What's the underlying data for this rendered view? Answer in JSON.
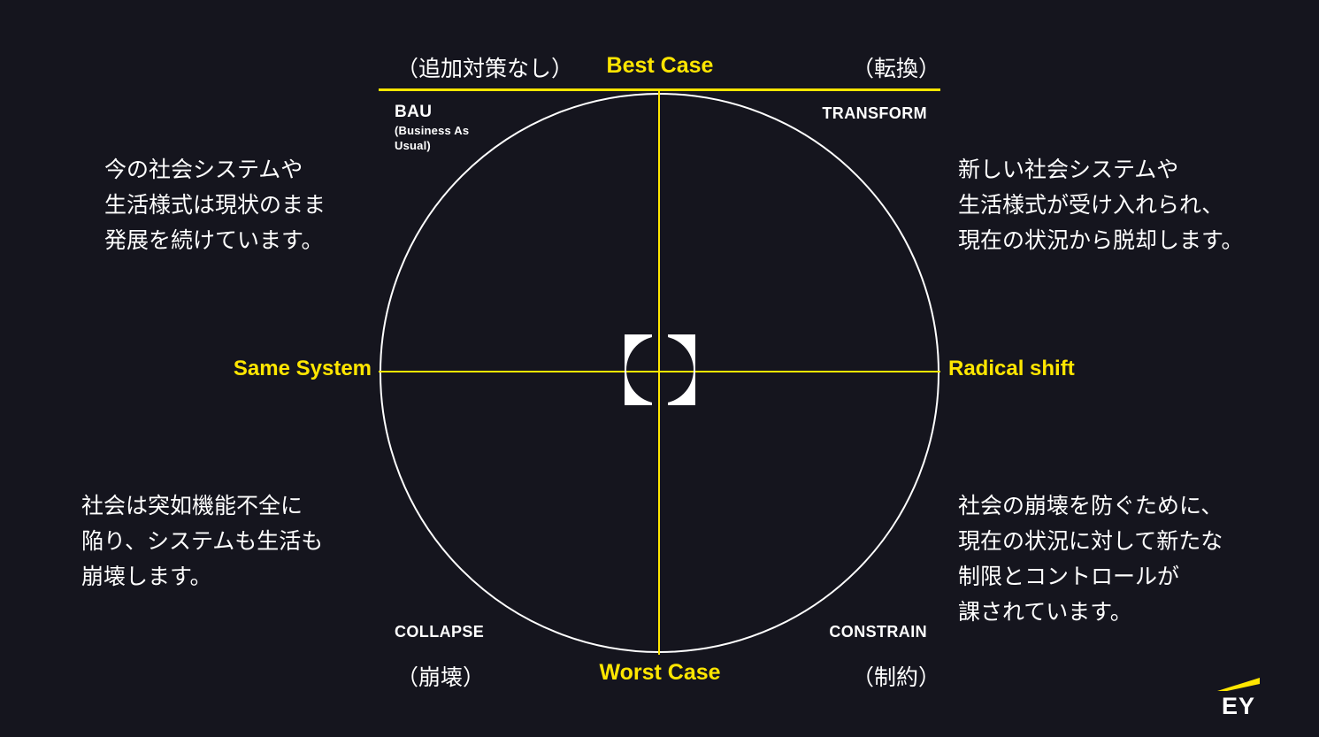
{
  "colors": {
    "bg": "#15151e",
    "yellow": "#ffe600",
    "white": "#ffffff"
  },
  "matrix": {
    "top_axis": {
      "left_note": "（追加対策なし）",
      "center_label": "Best Case",
      "right_note": "（転換）"
    },
    "bottom_axis": {
      "left_note": "（崩壊）",
      "center_label": "Worst Case",
      "right_note": "（制約）"
    },
    "left_axis_label": "Same System",
    "right_axis_label": "Radical shift",
    "quadrants": {
      "top_left": {
        "title": "BAU",
        "subtitle": "(Business As\nUsual)"
      },
      "top_right": {
        "title": "TRANSFORM"
      },
      "bottom_left": {
        "title": "COLLAPSE"
      },
      "bottom_right": {
        "title": "CONSTRAIN"
      }
    },
    "center_icon": "bracket-target-icon"
  },
  "annotations": {
    "top_left": "今の社会システムや\n生活様式は現状のまま\n発展を続けています。",
    "top_right": "新しい社会システムや\n生活様式が受け入れられ、\n現在の状況から脱却します。",
    "bottom_left": "社会は突如機能不全に\n陥り、システムも生活も\n崩壊します。",
    "bottom_right": "社会の崩壊を防ぐために、\n現在の状況に対して新たな\n制限とコントロールが\n課されています。"
  },
  "logo": {
    "text": "EY",
    "beam_icon": "ey-beam-icon"
  }
}
